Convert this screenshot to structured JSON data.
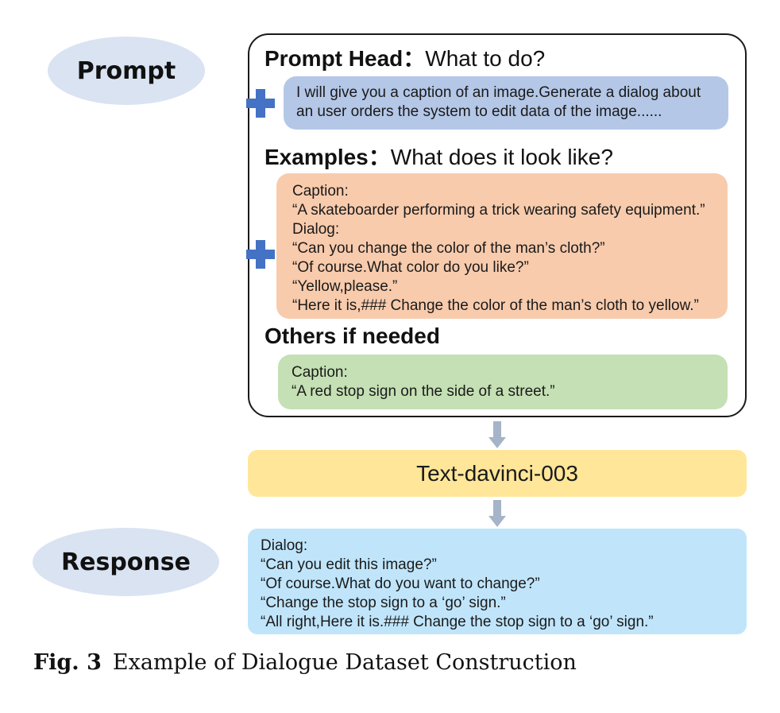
{
  "labels": {
    "prompt": "Prompt",
    "response": "Response"
  },
  "prompt": {
    "head_title": "Prompt Head",
    "head_sub": "What to do?",
    "head_text": [
      "I will give you a caption of an image.Generate a dialog about",
      "an user orders the system to edit data of the image......"
    ],
    "examples_title": "Examples",
    "examples_sub": "What does it look like?",
    "examples_text": [
      "Caption:",
      "“A skateboarder performing a trick wearing safety equipment.”",
      "Dialog:",
      "“Can you change the color of the man’s cloth?”",
      "“Of course.What color do you like?”",
      "“Yellow,please.”",
      "“Here it is,### Change the color of the man’s cloth to yellow.”"
    ],
    "others_title": "Others if needed",
    "others_text": [
      "Caption:",
      "“A red stop sign on the side of a street.”"
    ]
  },
  "model": "Text-davinci-003",
  "response": [
    "Dialog:",
    "“Can you edit this image?”",
    "“Of course.What do you want to change?”",
    "“Change the stop sign to a ‘go’ sign.”",
    "“All right,Here it is.### Change the stop sign to a ‘go’ sign.”"
  ],
  "caption": {
    "fig": "Fig. 3",
    "text": "Example of Dialogue Dataset Construction"
  },
  "colors": {
    "ellipse": "#dae3f2",
    "head_box": "#b4c7e7",
    "examples_box": "#f8cbad",
    "others_box": "#c5e0b4",
    "model_box": "#ffe699",
    "response_box": "#c0e5fb",
    "plus": "#4472c4",
    "arrow": "#a5b4c8"
  }
}
